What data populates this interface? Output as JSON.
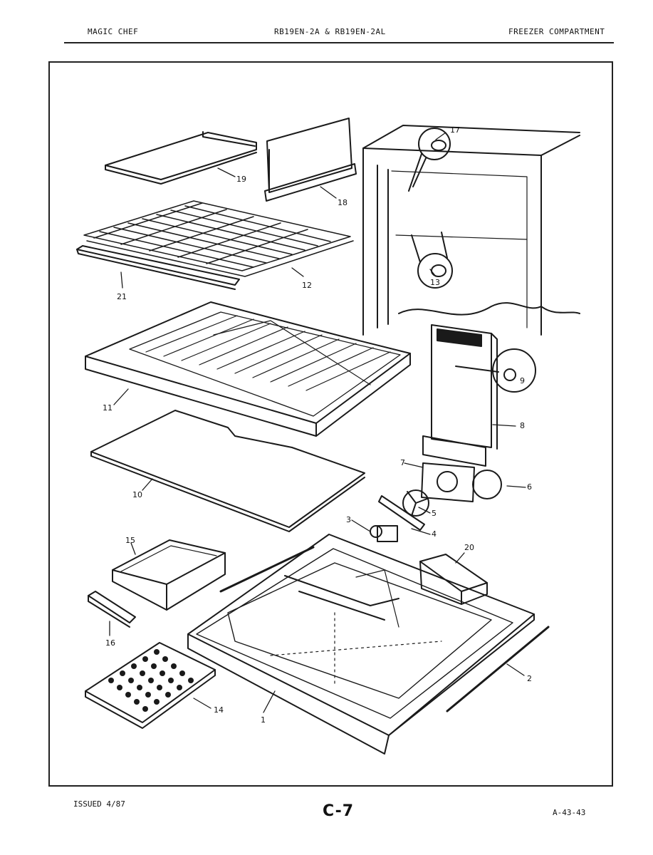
{
  "header": {
    "brand": "MAGIC CHEF",
    "models": "RB19EN-2A & RB19EN-2AL",
    "section": "FREEZER COMPARTMENT"
  },
  "footer": {
    "issued": "ISSUED 4/87",
    "page": "C-7",
    "code": "A-43-43"
  },
  "callouts": {
    "c1": "1",
    "c2": "2",
    "c3": "3",
    "c4": "4",
    "c5": "5",
    "c6": "6",
    "c7": "7",
    "c8": "8",
    "c9": "9",
    "c10": "10",
    "c11": "11",
    "c12": "12",
    "c13": "13",
    "c14": "14",
    "c15": "15",
    "c16": "16",
    "c17": "17",
    "c18": "18",
    "c19": "19",
    "c20": "20",
    "c21": "21"
  }
}
